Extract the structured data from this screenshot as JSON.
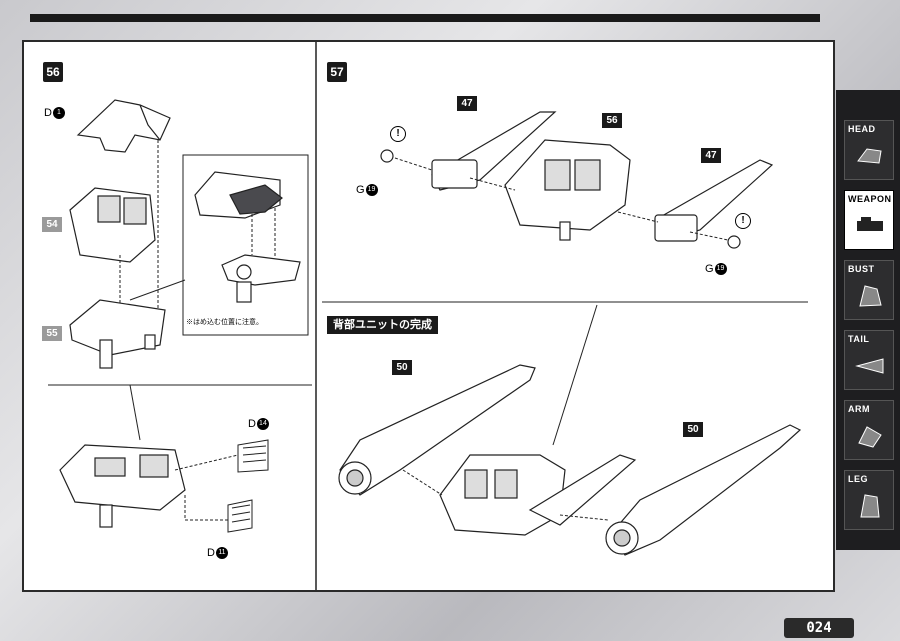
{
  "page": {
    "number": "024"
  },
  "sidebar": {
    "tabs": [
      {
        "label": "HEAD",
        "icon": "head-icon",
        "active": false
      },
      {
        "label": "WEAPON",
        "icon": "weapon-icon",
        "active": true
      },
      {
        "label": "BUST",
        "icon": "bust-icon",
        "active": false
      },
      {
        "label": "TAIL",
        "icon": "tail-icon",
        "active": false
      },
      {
        "label": "ARM",
        "icon": "arm-icon",
        "active": false
      },
      {
        "label": "LEG",
        "icon": "leg-icon",
        "active": false
      }
    ]
  },
  "step56": {
    "number": "56",
    "part_d": "D",
    "part_d_num": "1",
    "callout_54": "54",
    "callout_55": "55",
    "note": "※はめ込む位置に注意。",
    "d14_prefix": "D",
    "d14_num": "14",
    "d11_prefix": "D",
    "d11_num": "11"
  },
  "step57": {
    "number": "57",
    "callout_47a": "47",
    "callout_56": "56",
    "callout_47b": "47",
    "g19a_prefix": "G",
    "g19a_num": "19",
    "g19b_prefix": "G",
    "g19b_num": "19",
    "warn": "!"
  },
  "completion": {
    "title": "背部ユニットの完成",
    "callout_50a": "50",
    "callout_50b": "50"
  }
}
